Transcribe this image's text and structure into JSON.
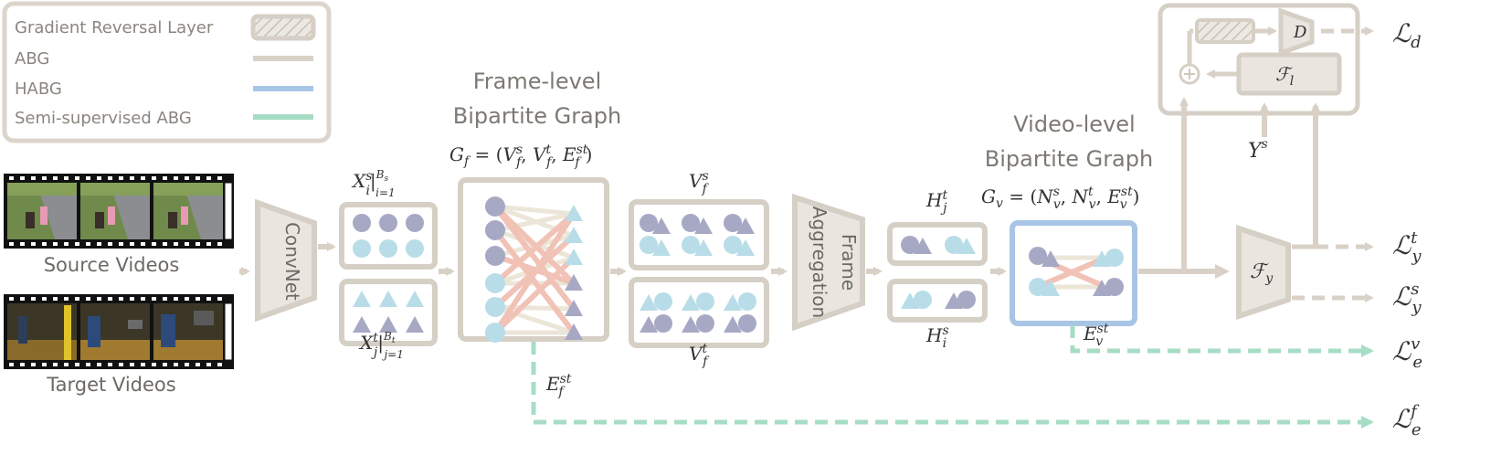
{
  "legend": {
    "items": [
      {
        "label": "Gradient Reversal Layer",
        "swatch": "hatched"
      },
      {
        "label": "ABG",
        "swatch": "line",
        "color": "#d9d1c7"
      },
      {
        "label": "HABG",
        "swatch": "line",
        "color": "#a9c5e6"
      },
      {
        "label": "Semi-supervised ABG",
        "swatch": "line",
        "color": "#a7dcc5"
      }
    ]
  },
  "inputs": {
    "source_label": "Source Videos",
    "target_label": "Target Videos"
  },
  "blocks": {
    "convnet": "ConvNet",
    "frame_aggregation_line1": "Frame",
    "frame_aggregation_line2": "Aggregation"
  },
  "frame_graph": {
    "title_line1": "Frame-level",
    "title_line2": "Bipartite Graph"
  },
  "video_graph": {
    "title_line1": "Video-level",
    "title_line2": "Bipartite Graph"
  },
  "losses": {
    "domain": "d",
    "target": "y",
    "source": "y",
    "edge_video": "e",
    "edge_frame": "e"
  },
  "colors": {
    "abg": "#d9d1c7",
    "habg": "#a9c5e6",
    "semi": "#a7dcc5",
    "block_fill": "#eae6df",
    "block_stroke": "#d6cfc5",
    "node_dark": "#a7a9c4",
    "node_light": "#b9dde8",
    "edge_red": "#f1c2b6"
  }
}
